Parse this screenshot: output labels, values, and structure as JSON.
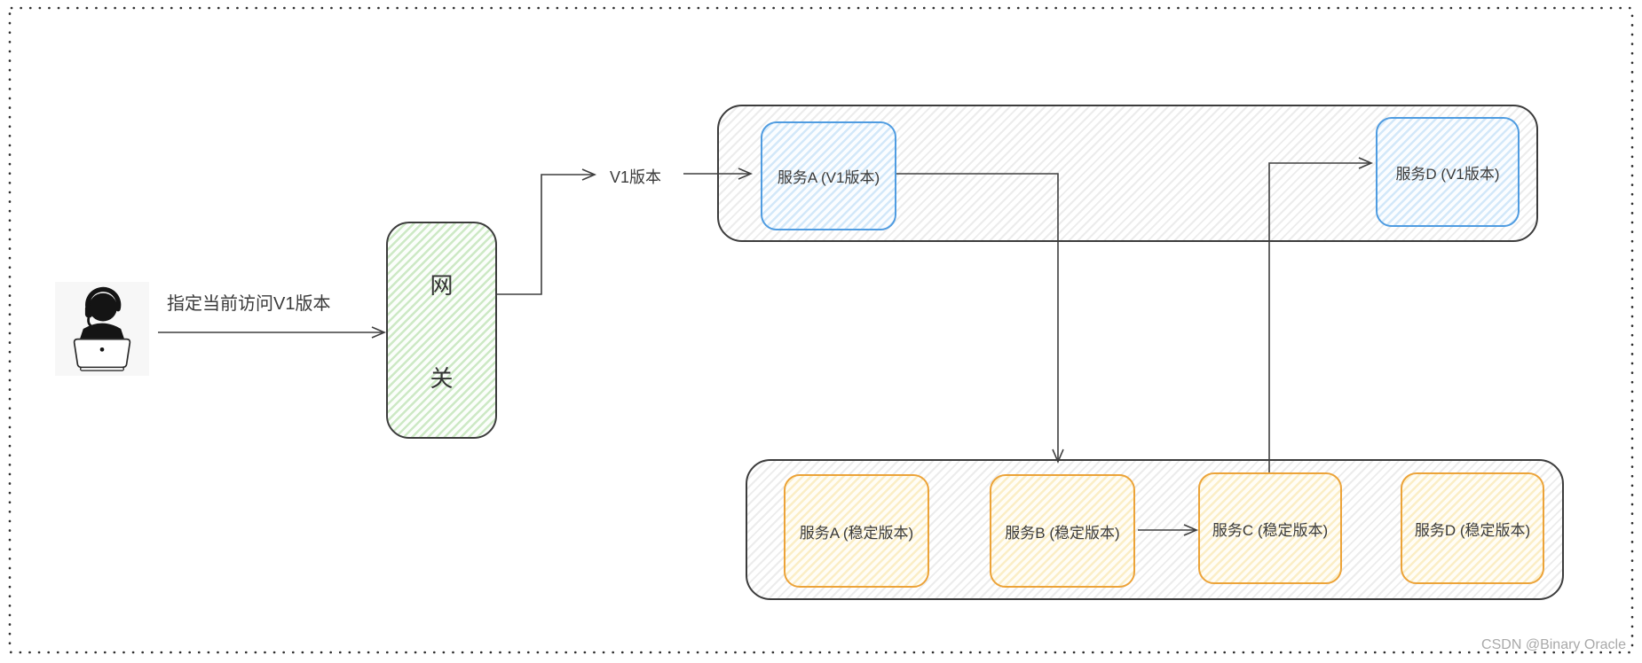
{
  "edges": {
    "request_label": "指定当前访问V1版本",
    "route_label": "V1版本"
  },
  "gateway": {
    "lines": [
      "网",
      "关"
    ]
  },
  "v1_group": {
    "service_a": {
      "label": "服务A (V1版本)"
    },
    "service_d": {
      "label": "服务D (V1版本)"
    }
  },
  "stable_group": {
    "service_a": {
      "label": "服务A (稳定版本)"
    },
    "service_b": {
      "label": "服务B (稳定版本)"
    },
    "service_c": {
      "label": "服务C (稳定版本)"
    },
    "service_d": {
      "label": "服务D (稳定版本)"
    }
  },
  "watermark": "CSDN @Binary Oracle",
  "colors": {
    "line": "#3f3f3f",
    "text": "#3a3a3a",
    "container_border": "#3c3c3c",
    "container_stripe": "#ececec",
    "gateway_stripe": "#cde9c5",
    "v1_node_border": "#4f9ce1",
    "v1_node_stripe": "#d3e8f9",
    "stable_node_border": "#eca338",
    "stable_node_stripe": "#fbeec6",
    "watermark_text": "#a9a9a9"
  }
}
